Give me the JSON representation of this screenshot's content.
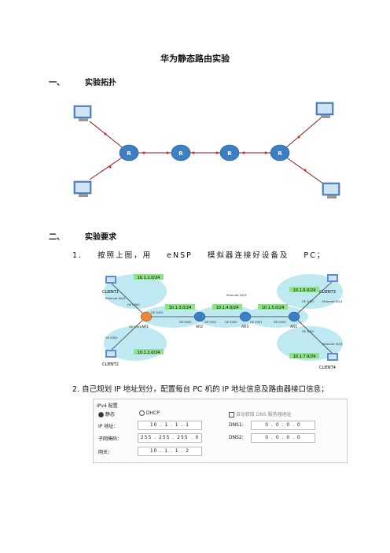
{
  "doc": {
    "title": "华为静态路由实验",
    "sections": [
      {
        "num": "一、",
        "label": "实验拓扑"
      },
      {
        "num": "二、",
        "label": "实验要求"
      }
    ],
    "items": [
      {
        "num": "1.",
        "text": "按照上图，用 eNSP 模拟器连接好设备及 PC；"
      },
      {
        "num": "2.",
        "text": "自己规划 IP 地址划分，配置每台 PC 机的 IP 地址信息及路由器接口信息；"
      }
    ]
  },
  "topology1": {
    "router_label": "R"
  },
  "topology2": {
    "clients": [
      "CLIENT1",
      "CLIENT2",
      "CLIENT3",
      "CLIENT4"
    ],
    "routers": [
      "AR1",
      "AR2",
      "AR3",
      "AR1"
    ],
    "networks": [
      "10.1.1.0/24",
      "10.1.2.0/24",
      "10.1.3.0/24",
      "10.1.4.0/24",
      "10.1.5.0/24",
      "10.1.6.0/24",
      "10.1.7.0/24"
    ],
    "ports": [
      "Ethernet 0/0/1",
      "GE 0/0/0",
      "GE 0/0/1",
      "GE 0/0/2",
      "GE 0/0/0",
      "GE 0/0/1",
      "GE 0/0/0",
      "GE 0/0/1",
      "GE 0/0/0",
      "GE 0/0/1",
      "GE 0/0/2",
      "Ethernet 0/0/1",
      "GE 0/0/0",
      "Ethernet 0/0/1",
      "Ethernet 0/0/1"
    ]
  },
  "ipv4_config": {
    "title": "IPv4 配置",
    "mode_static": "静态",
    "mode_dhcp": "DHCP",
    "auto_dns": "自动获取 DNS 服务器地址",
    "ip_label": "IP 地址：",
    "mask_label": "子网掩码：",
    "gateway_label": "网关：",
    "dns1_label": "DNS1:",
    "dns2_label": "DNS2:",
    "ip": "10 . 1 . 1 . 1",
    "mask": "255 . 255 . 255 . 0",
    "gateway": "10 . 1 . 1 . 2",
    "dns1": "0 . 0 . 0 . 0",
    "dns2": "0 . 0 . 0 . 0",
    "selected_mode": "static"
  },
  "colors": {
    "link": "#8b1d1d",
    "router_blue": "#3b7fc4",
    "cloud": "#bfe9f2",
    "net_label_bg": "#8ee38a"
  }
}
